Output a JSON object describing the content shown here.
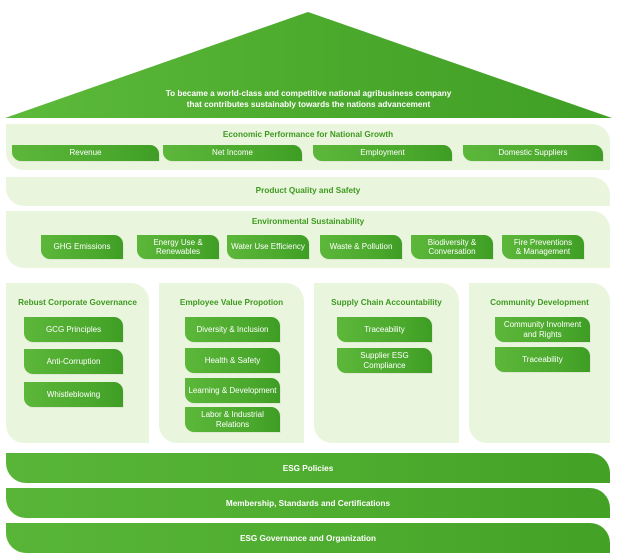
{
  "colors": {
    "primary_green": "#4aa82c",
    "pale_green": "#eaf5de",
    "title_green": "#3d9a1f"
  },
  "vision": {
    "line1": "To became a world-class and competitive national agribusiness company",
    "line2": "that contributes sustainably towards the nations advancement"
  },
  "economic": {
    "title": "Economic Performance for National Growth",
    "items": [
      "Revenue",
      "Net Income",
      "Employment",
      "Domestic Suppliers"
    ]
  },
  "product": {
    "title": "Product Quality and Safety"
  },
  "environmental": {
    "title": "Environmental Sustainability",
    "items": [
      [
        "GHG Emissions"
      ],
      [
        "Energy Use &",
        "Renewables"
      ],
      [
        "Water Use Efficiency"
      ],
      [
        "Waste & Pollution"
      ],
      [
        "Biodiversity &",
        "Conversation"
      ],
      [
        "Fire Preventions",
        "& Management"
      ]
    ]
  },
  "pillars": [
    {
      "title": "Rebust Corporate Governance",
      "items": [
        [
          "GCG Principles"
        ],
        [
          "Anti-Corruption"
        ],
        [
          "Whistleblowing"
        ]
      ]
    },
    {
      "title": "Employee Value Propotion",
      "items": [
        [
          "Diversity & Inclusion"
        ],
        [
          "Health & Safety"
        ],
        [
          "Learning & Development"
        ],
        [
          "Labor & Industrial",
          "Relations"
        ]
      ]
    },
    {
      "title": "Supply Chain Accountability",
      "items": [
        [
          "Traceability"
        ],
        [
          "Supplier ESG",
          "Compliance"
        ]
      ]
    },
    {
      "title": "Community Development",
      "items": [
        [
          "Community Involment",
          "and Rights"
        ],
        [
          "Traceability"
        ]
      ]
    }
  ],
  "foundations": [
    "ESG Policies",
    "Membership, Standards and Certifications",
    "ESG Governance and Organization"
  ]
}
